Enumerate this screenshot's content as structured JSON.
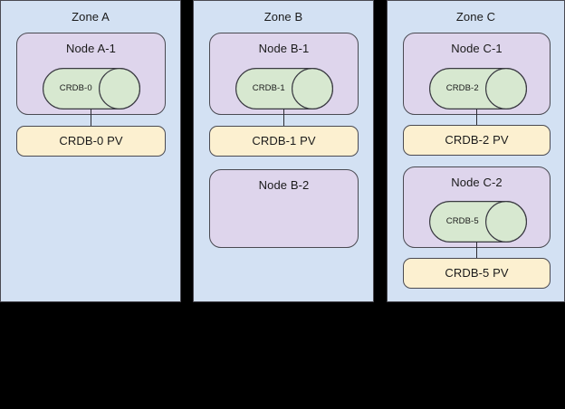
{
  "diagram": {
    "title_hidden": "",
    "background_color": "#000000",
    "zone_fill": "#d3e1f3",
    "node_fill": "#ded5ec",
    "cylinder_fill": "#d7e8d0",
    "pv_fill": "#fcf0d0",
    "stroke_color": "#4a4a52"
  },
  "zones": [
    {
      "label": "Zone A",
      "nodes": [
        {
          "label": "Node A-1",
          "cylinder": "CRDB-0"
        }
      ],
      "volumes": [
        {
          "label": "CRDB-0 PV"
        }
      ]
    },
    {
      "label": "Zone B",
      "nodes": [
        {
          "label": "Node B-1",
          "cylinder": "CRDB-1"
        },
        {
          "label": "Node B-2",
          "cylinder": null
        }
      ],
      "volumes": [
        {
          "label": "CRDB-1 PV"
        }
      ]
    },
    {
      "label": "Zone C",
      "nodes": [
        {
          "label": "Node C-1",
          "cylinder": "CRDB-2"
        },
        {
          "label": "Node C-2",
          "cylinder": "CRDB-5"
        }
      ],
      "volumes": [
        {
          "label": "CRDB-2 PV"
        },
        {
          "label": "CRDB-5 PV"
        }
      ]
    }
  ]
}
